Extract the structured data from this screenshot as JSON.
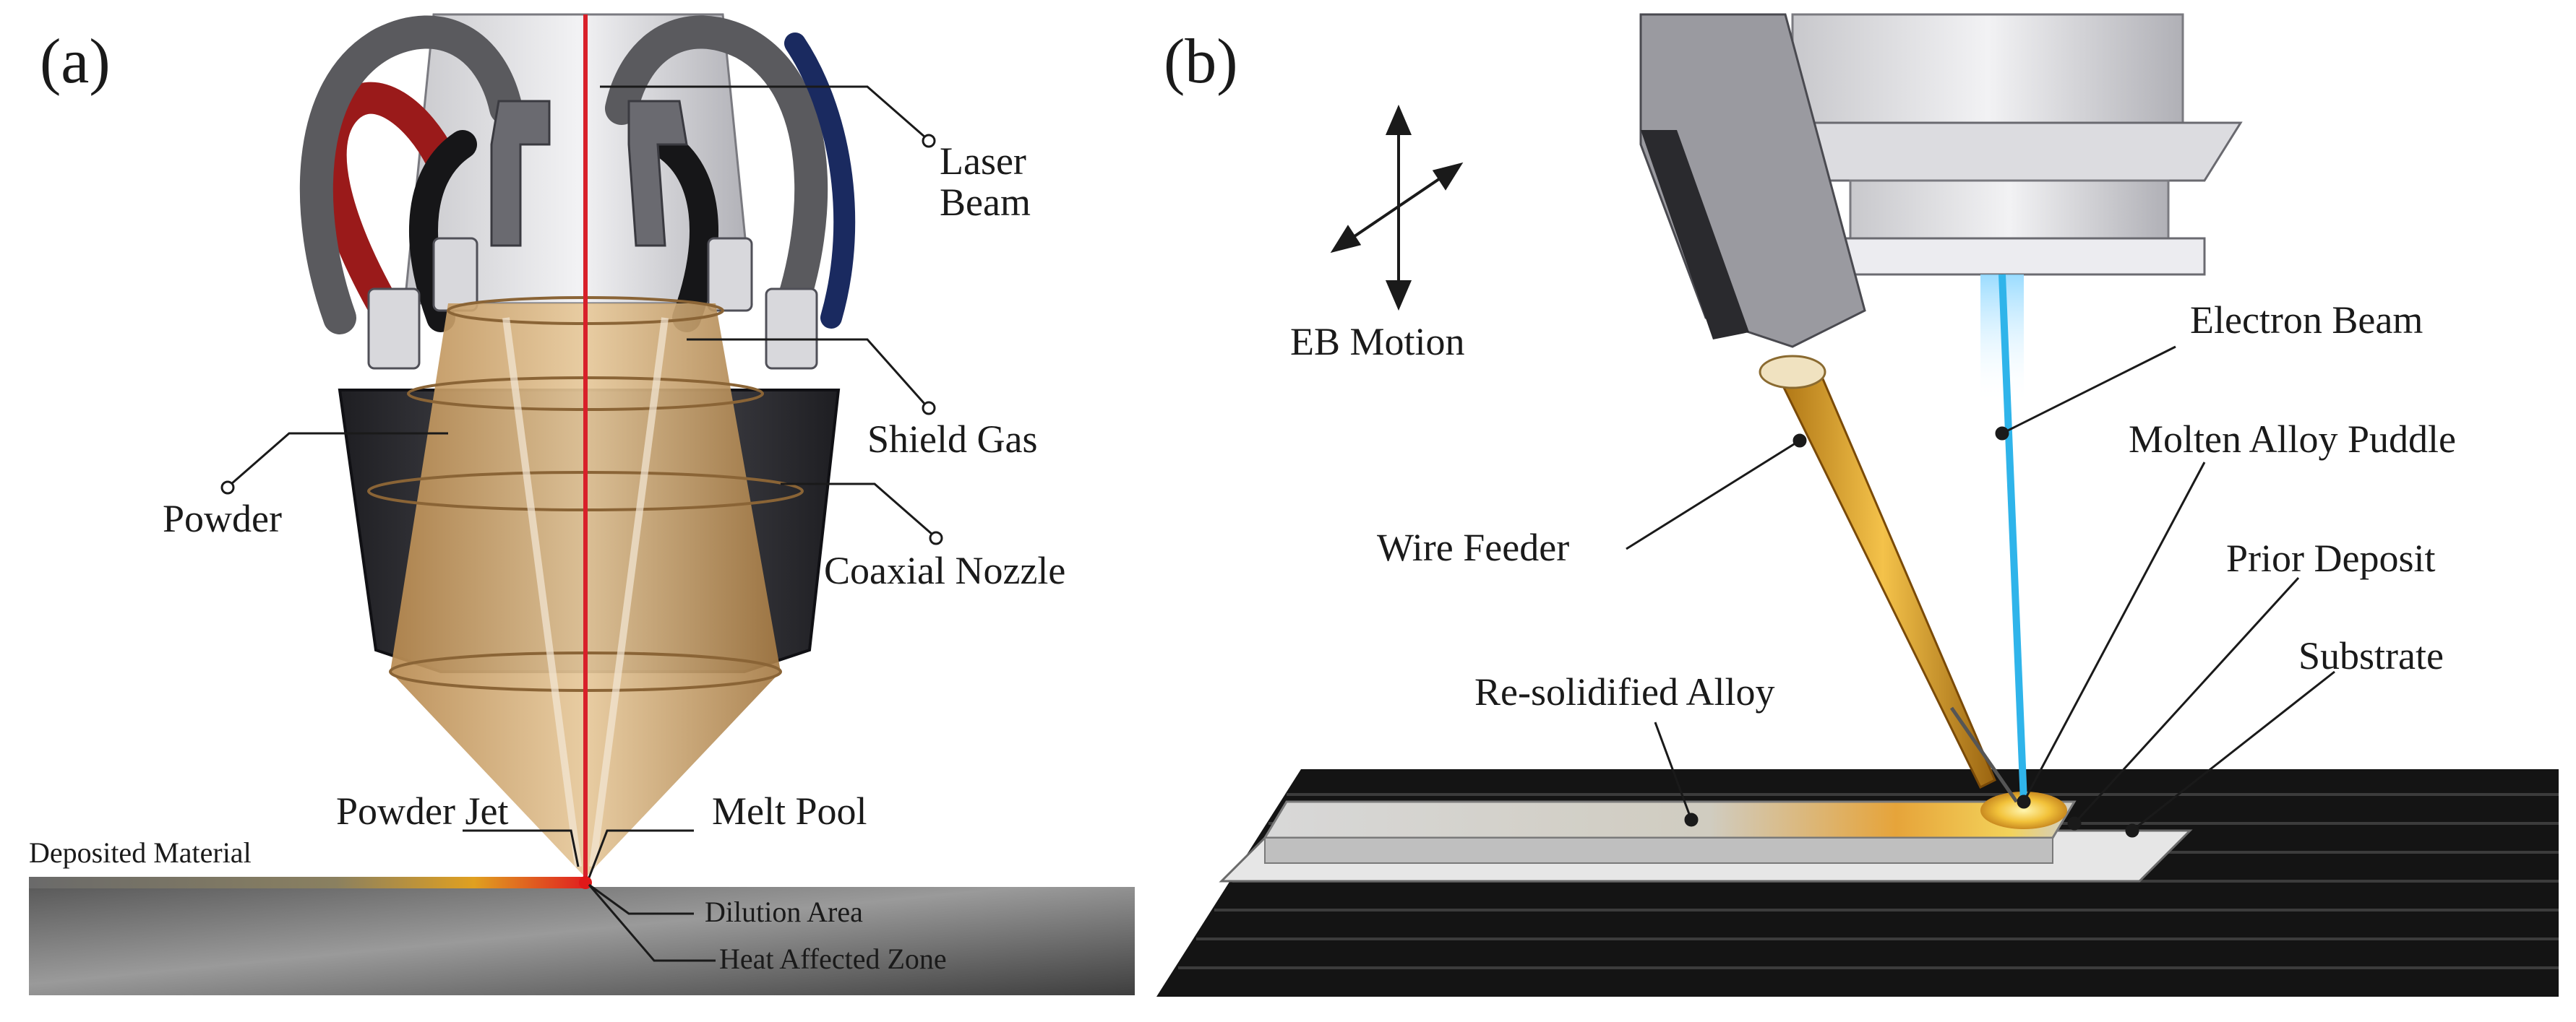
{
  "panel_a": {
    "panel_label": "(a)",
    "labels": {
      "laser_beam": "Laser\nBeam",
      "shield_gas": "Shield Gas",
      "powder": "Powder",
      "coaxial_nozzle": "Coaxial Nozzle",
      "powder_jet": "Powder Jet",
      "melt_pool": "Melt Pool",
      "deposited_material": "Deposited Material",
      "dilution_area": "Dilution Area",
      "heat_affected_zone": "Heat Affected Zone"
    }
  },
  "panel_b": {
    "panel_label": "(b)",
    "labels": {
      "eb_motion": "EB Motion",
      "electron_beam": "Electron Beam",
      "molten_alloy_puddle": "Molten Alloy Puddle",
      "wire_feeder": "Wire Feeder",
      "prior_deposit": "Prior Deposit",
      "substrate": "Substrate",
      "re_solidified_alloy": "Re-solidified Alloy"
    }
  },
  "colors": {
    "laser": "#d8202a",
    "electron_beam": "#2fb4ea",
    "nozzle_dark": "#2a2a2e",
    "cone_tan": "#c9a06a",
    "substrate_gray": "#6e6e6e",
    "wire_gold": "#d49a1c",
    "base_black": "#141414"
  }
}
